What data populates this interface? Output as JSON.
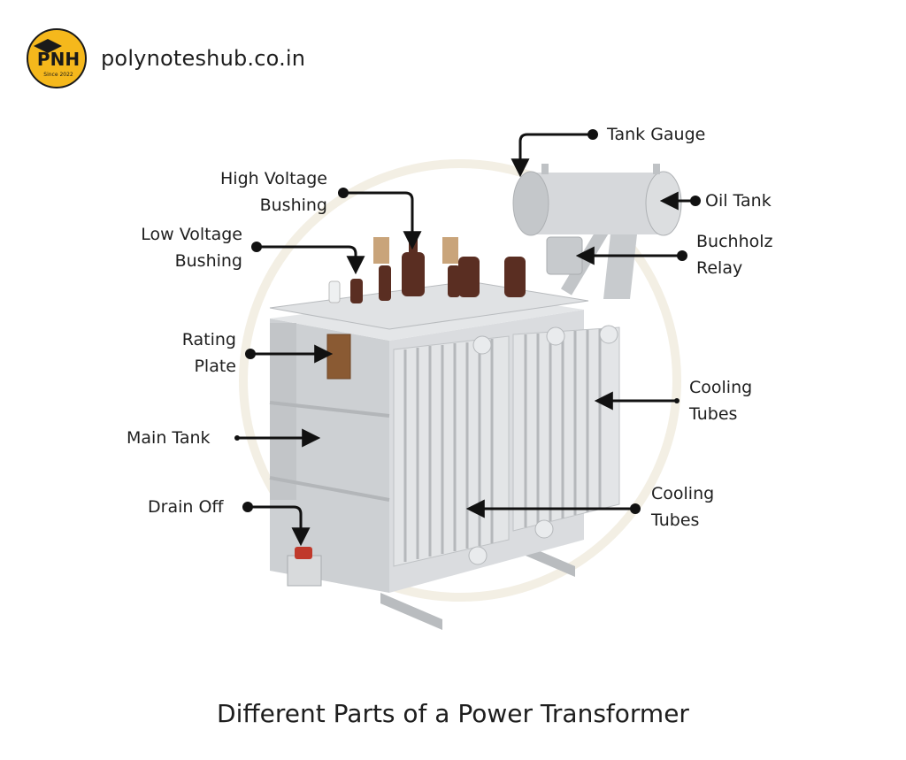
{
  "brand": {
    "logo_text": "PNH",
    "logo_subtext": "Since 2022",
    "site": "polynoteshub.co.in"
  },
  "labels": {
    "tank_gauge": "Tank Gauge",
    "oil_tank": "Oil Tank",
    "buchholz_1": "Buchholz",
    "buchholz_2": "Relay",
    "hv_1": "High Voltage",
    "hv_2": "Bushing",
    "lv_1": "Low Voltage",
    "lv_2": "Bushing",
    "rating_1": "Rating",
    "rating_2": "Plate",
    "main_tank": "Main Tank",
    "drain_off": "Drain Off",
    "cooling_a1": "Cooling",
    "cooling_a2": "Tubes",
    "cooling_b1": "Cooling",
    "cooling_b2": "Tubes"
  },
  "caption": "Different Parts of a Power Transformer",
  "colors": {
    "logo_yellow": "#f5b81c",
    "body_grey": "#d2d5d8",
    "bushing_brown": "#5a2e22",
    "plate_brown": "#8a5a33"
  }
}
